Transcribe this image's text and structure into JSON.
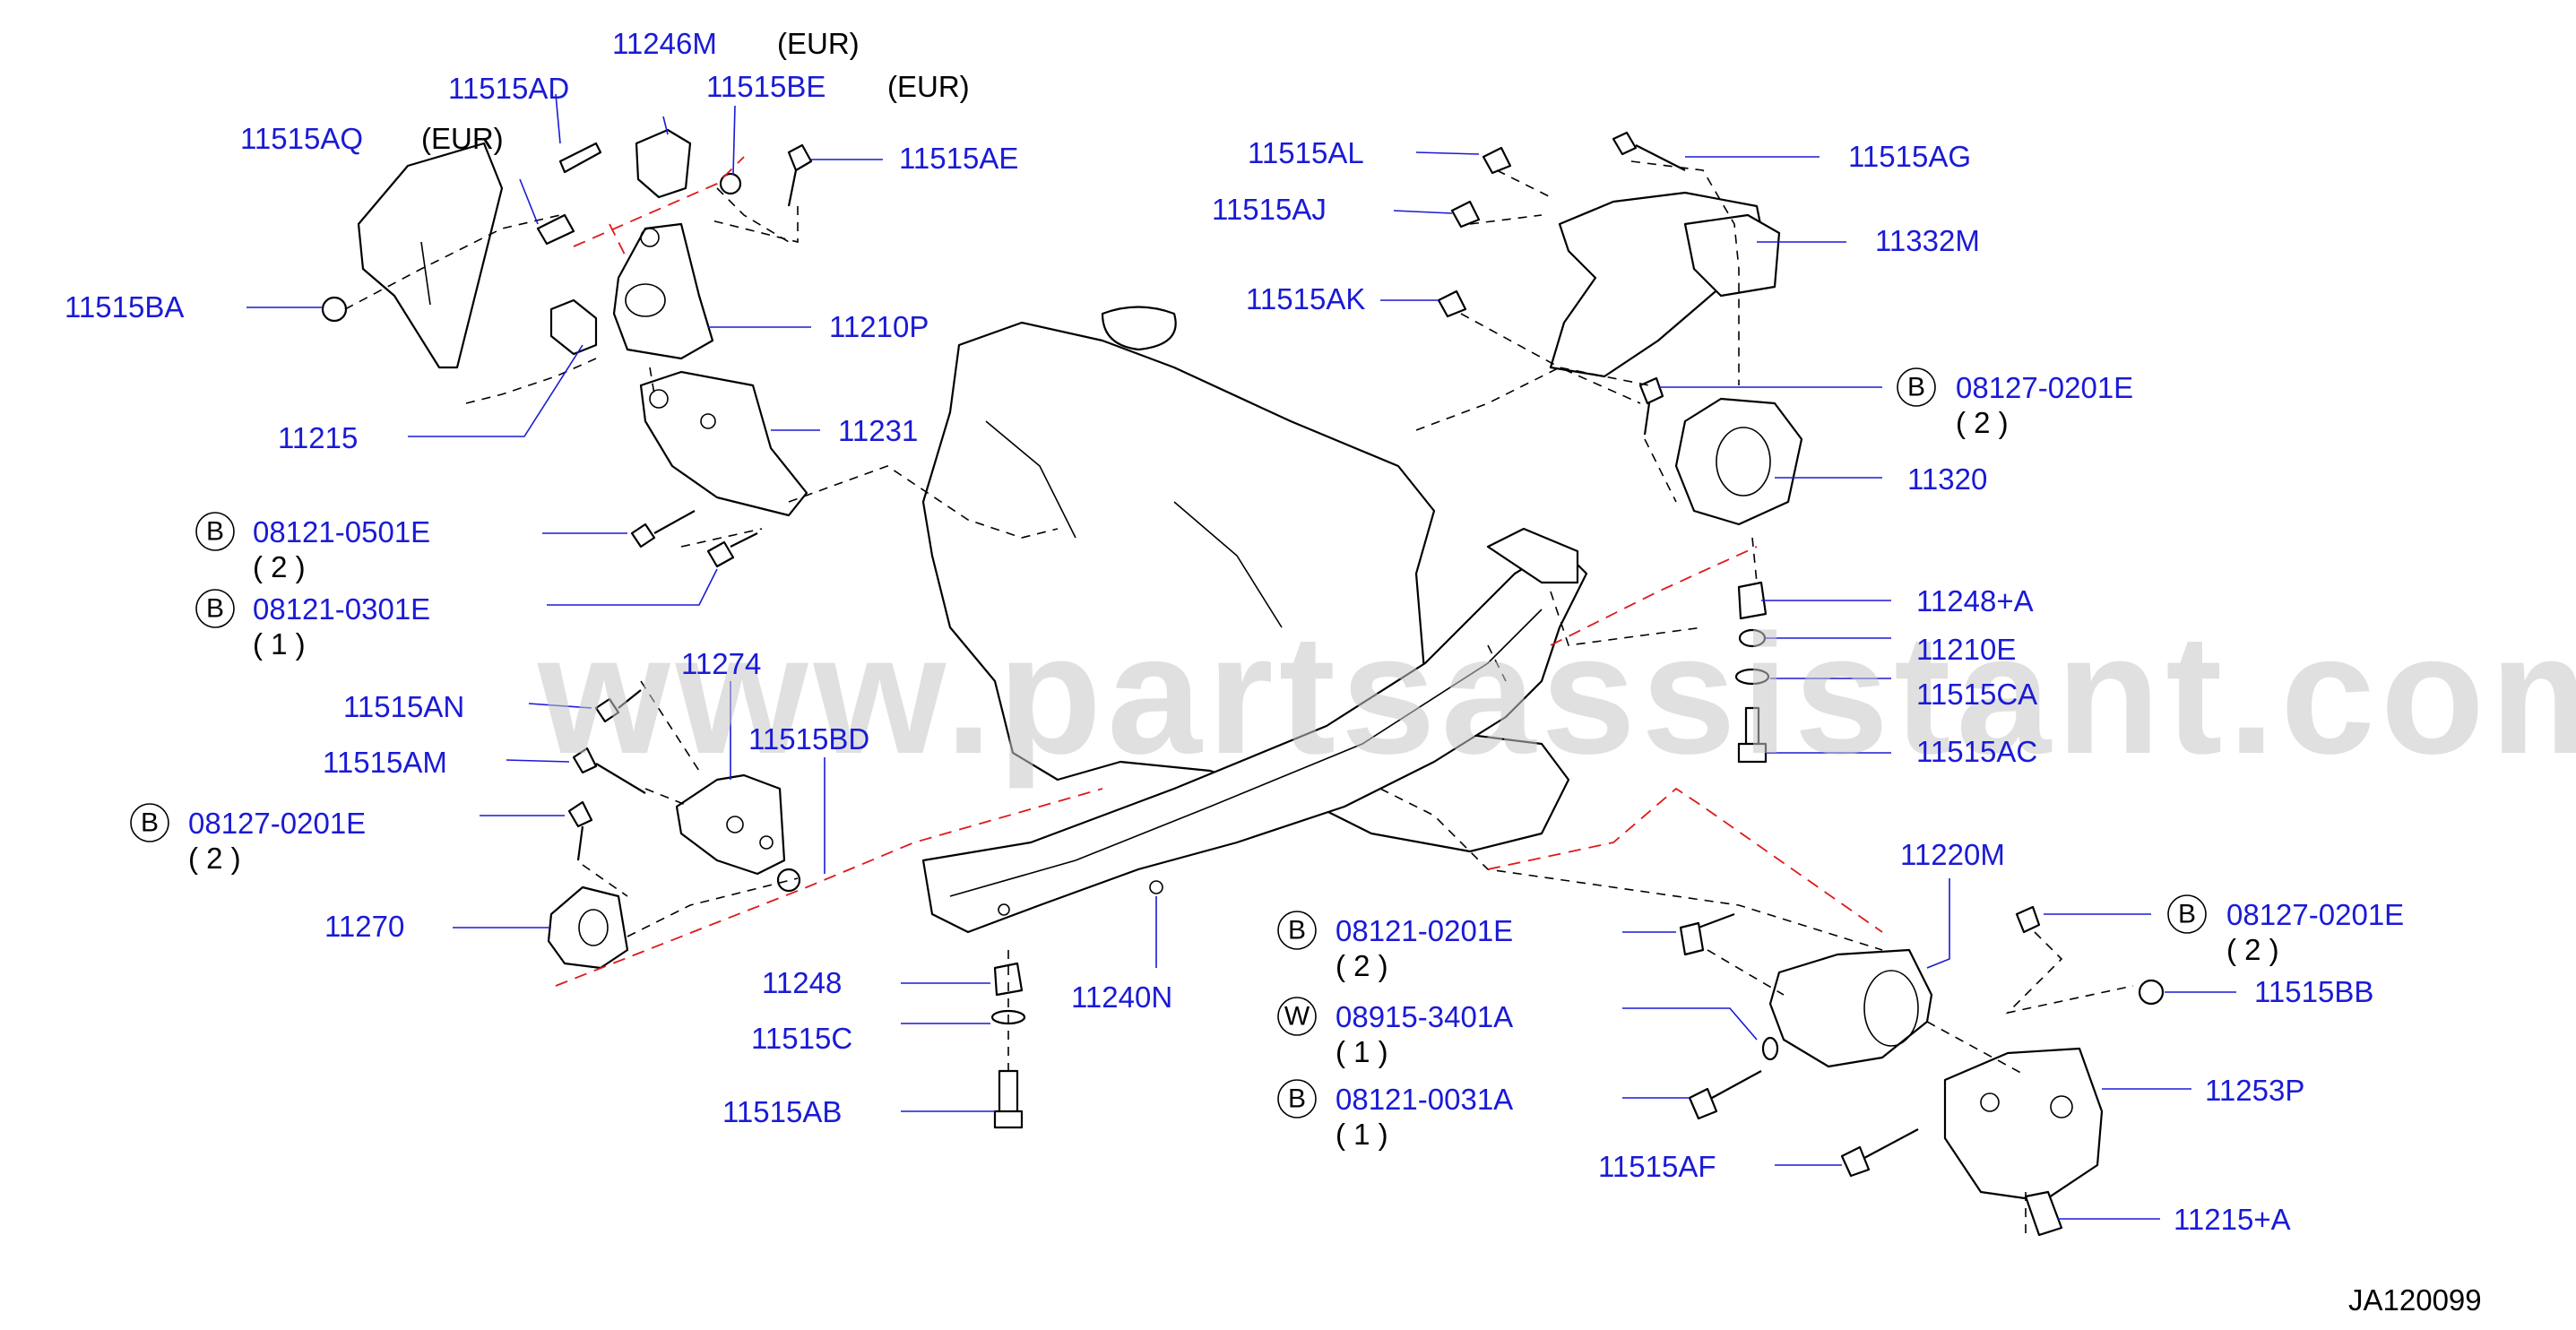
{
  "diagram_code": "JA120099",
  "watermark": "www.partsassistant.com",
  "callouts": {
    "p11246M": "11246M",
    "p11246M_note": "(EUR)",
    "p11515AD": "11515AD",
    "p11515BE": "11515BE",
    "p11515BE_note": "(EUR)",
    "p11515AQ": "11515AQ",
    "p11515AQ_note": "(EUR)",
    "p11515AE": "11515AE",
    "p11515BA": "11515BA",
    "p11210P": "11210P",
    "p11215": "11215",
    "p11231": "11231",
    "b1_code": "08121-0501E",
    "b1_qty": "( 2 )",
    "b2_code": "08121-0301E",
    "b2_qty": "( 1 )",
    "p11274": "11274",
    "p11515AN": "11515AN",
    "p11515AM": "11515AM",
    "p11515BD": "11515BD",
    "b3_code": "08127-0201E",
    "b3_qty": "( 2 )",
    "p11270": "11270",
    "p11248": "11248",
    "p11515C": "11515C",
    "p11515AB": "11515AB",
    "p11240N": "11240N",
    "b4_code": "08121-0201E",
    "b4_qty": "( 2 )",
    "w1_code": "08915-3401A",
    "w1_qty": "( 1 )",
    "b5_code": "08121-0031A",
    "b5_qty": "( 1 )",
    "p11515AL": "11515AL",
    "p11515AG": "11515AG",
    "p11515AJ": "11515AJ",
    "p11332M": "11332M",
    "p11515AK": "11515AK",
    "b6_code": "08127-0201E",
    "b6_qty": "( 2 )",
    "p11320": "11320",
    "p11248A": "11248+A",
    "p11210E": "11210E",
    "p11515CA": "11515CA",
    "p11515AC": "11515AC",
    "p11220M": "11220M",
    "b7_code": "08127-0201E",
    "b7_qty": "( 2 )",
    "p11515BB": "11515BB",
    "p11253P": "11253P",
    "p11515AF": "11515AF",
    "p11215A": "11215+A"
  },
  "symbols": {
    "bolt": "B",
    "washer": "W"
  },
  "colors": {
    "label": "#1a1ad6",
    "leader": "#1a1ad6",
    "hidden_line": "#e01818",
    "line": "#000000",
    "watermark": "#c8c8c8"
  }
}
